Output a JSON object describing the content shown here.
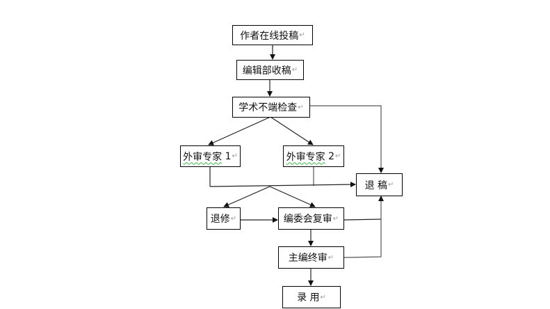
{
  "diagram": {
    "type": "flowchart",
    "return_mark": "↵",
    "nodes": [
      {
        "id": "submit",
        "label": "作者在线投稿"
      },
      {
        "id": "receive",
        "label": "编辑部收稿"
      },
      {
        "id": "plagiarism",
        "label": "学术不端检查"
      },
      {
        "id": "expert1",
        "label": "外审专家",
        "suffix": "1"
      },
      {
        "id": "expert2",
        "label": "外审专家",
        "suffix": "2"
      },
      {
        "id": "reject",
        "label": "退 稿"
      },
      {
        "id": "revise",
        "label": "退修"
      },
      {
        "id": "board",
        "label": "编委会复审"
      },
      {
        "id": "chief",
        "label": "主编终审"
      },
      {
        "id": "accept",
        "label": "录 用"
      }
    ],
    "edges": [
      {
        "from": "submit",
        "to": "receive"
      },
      {
        "from": "receive",
        "to": "plagiarism"
      },
      {
        "from": "plagiarism",
        "to": "expert1"
      },
      {
        "from": "plagiarism",
        "to": "expert2"
      },
      {
        "from": "plagiarism",
        "to": "reject"
      },
      {
        "from": "expert1",
        "to": "reject"
      },
      {
        "from": "expert2",
        "to": "reject"
      },
      {
        "from": "experts-merge",
        "to": "revise"
      },
      {
        "from": "experts-merge",
        "to": "board"
      },
      {
        "from": "revise",
        "to": "board"
      },
      {
        "from": "board",
        "to": "chief"
      },
      {
        "from": "board",
        "to": "reject"
      },
      {
        "from": "chief",
        "to": "reject"
      },
      {
        "from": "chief",
        "to": "accept"
      }
    ],
    "colors": {
      "line": "#222222",
      "line_gray": "#777777",
      "box_border": "#000000",
      "spellcheck": "#3cb44b"
    }
  }
}
